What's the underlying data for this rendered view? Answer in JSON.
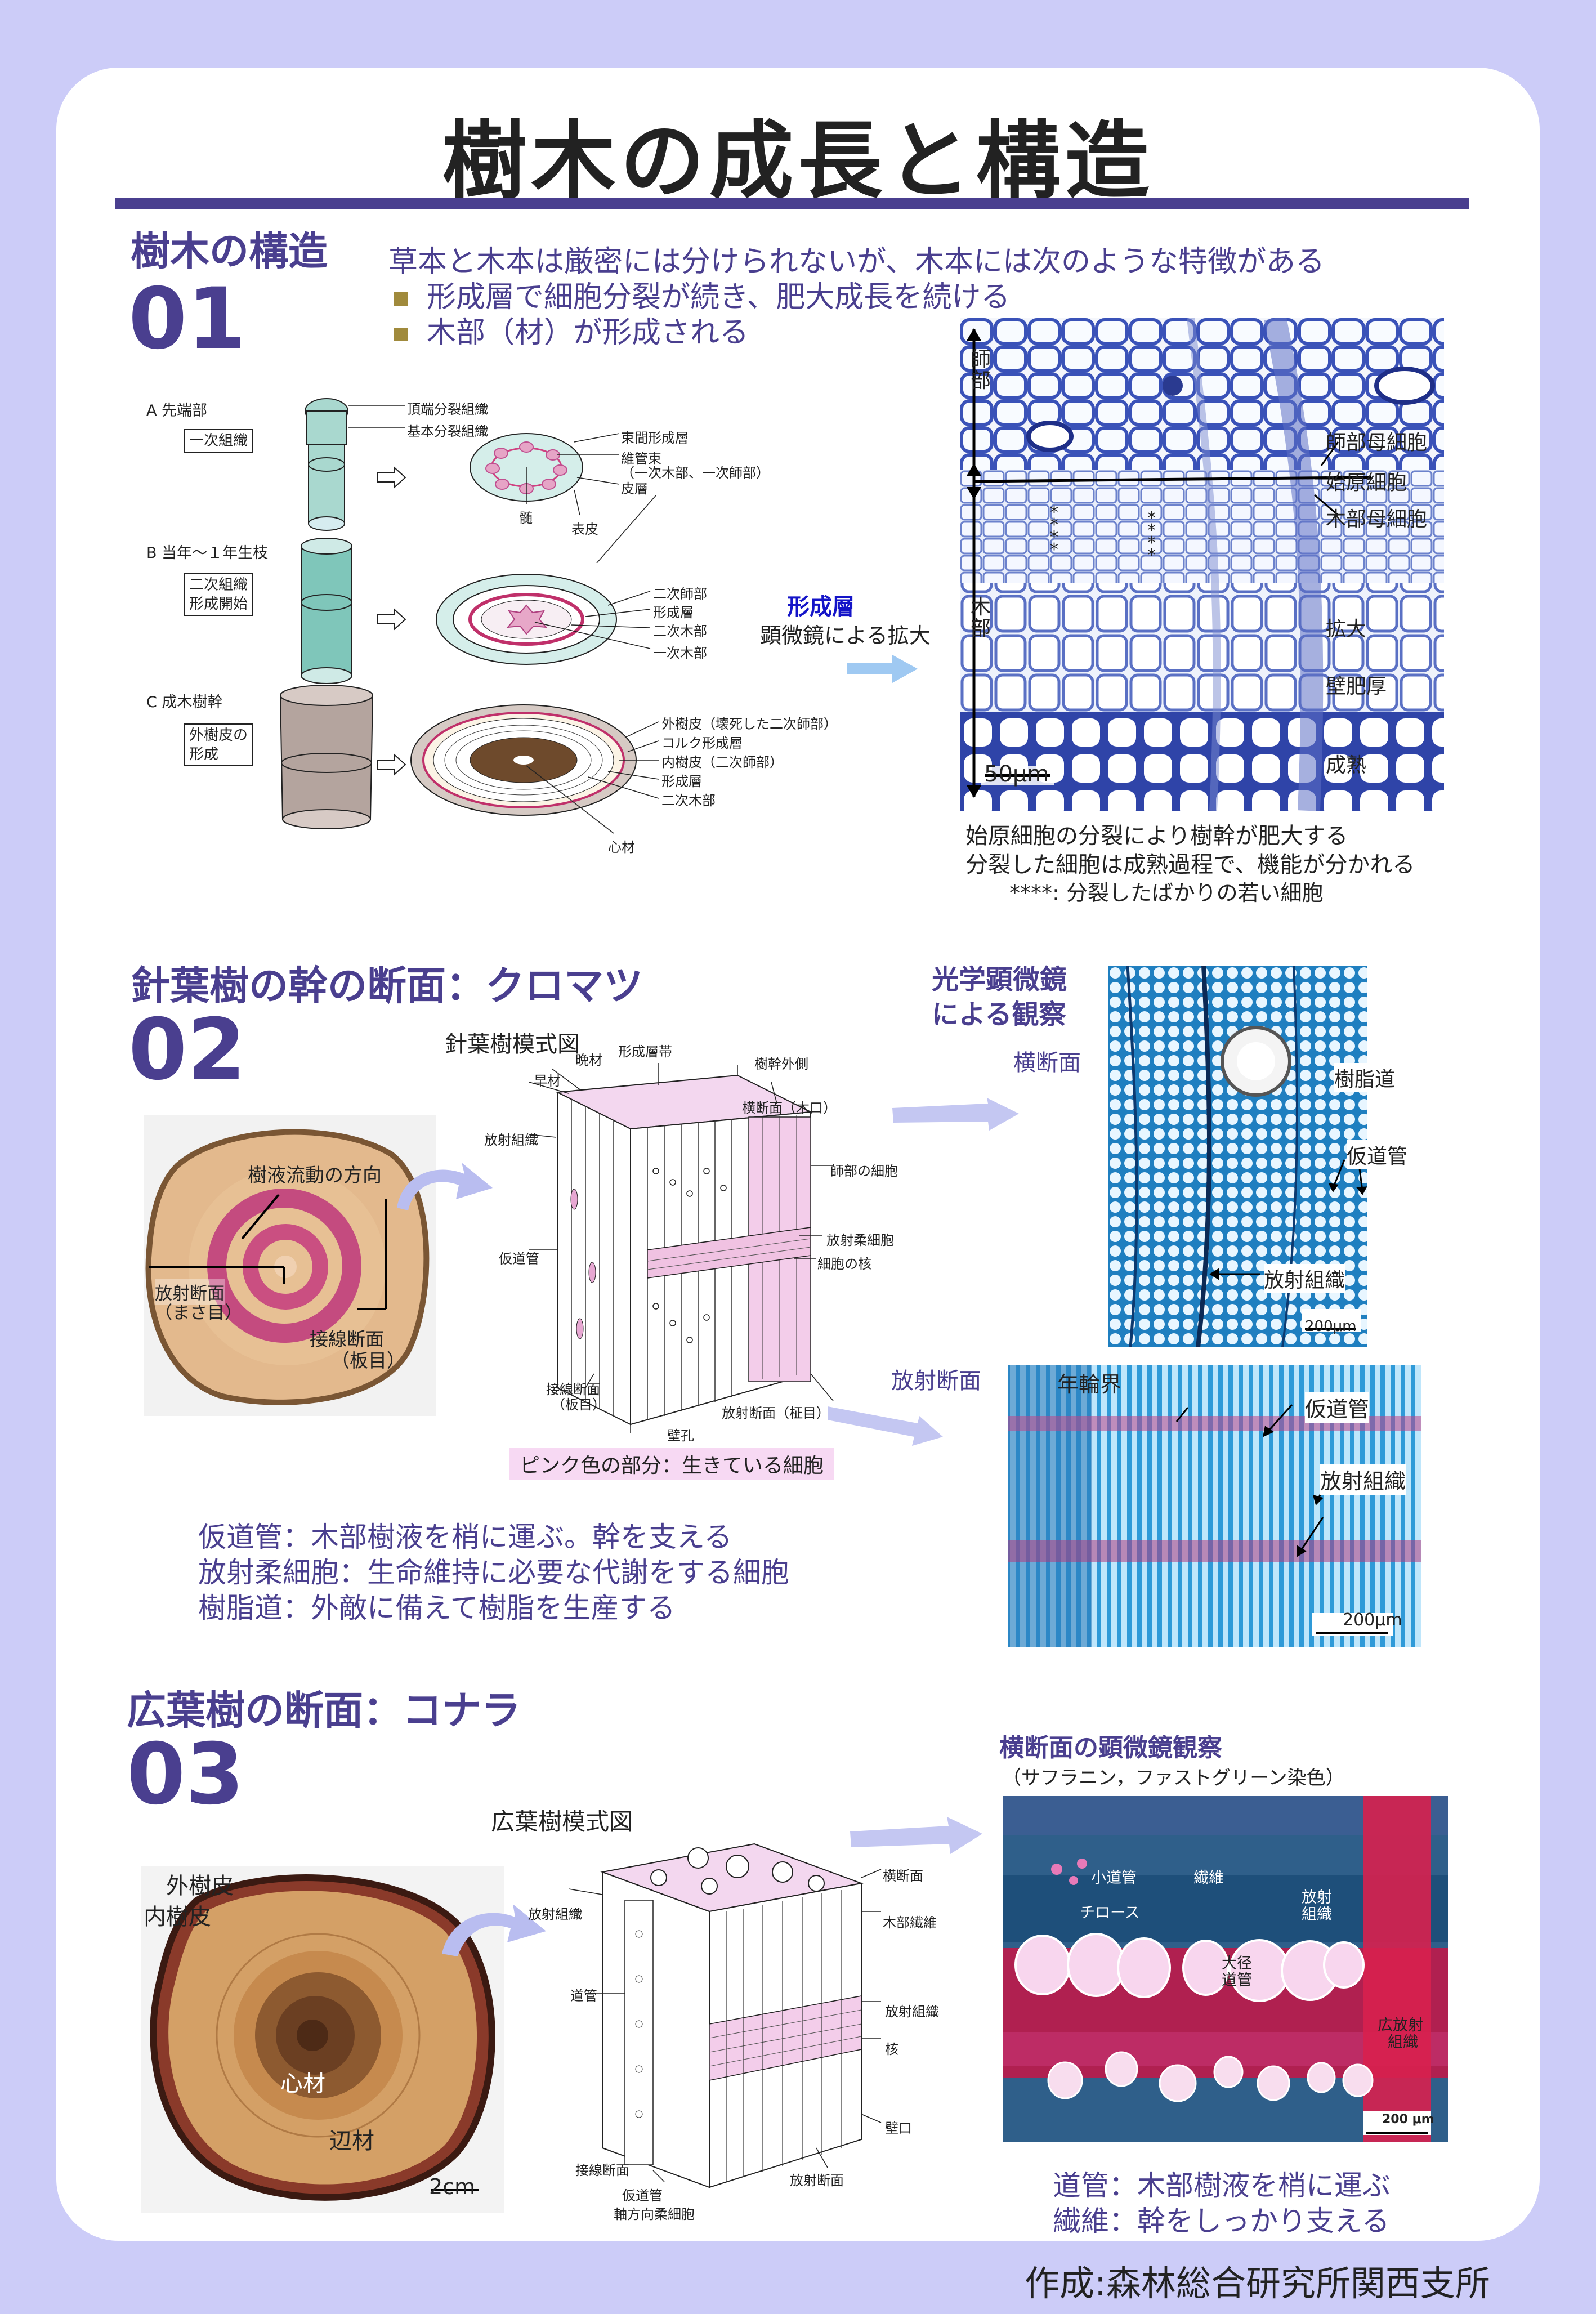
{
  "title": "樹木の成長と構造",
  "section1": {
    "heading": "樹木の構造",
    "number": "01",
    "intro": "草本と木本は厳密には分けられないが、木本には次のような特徴がある",
    "bullets": [
      "形成層で細胞分裂が続き、肥大成長を続ける",
      "木部（材）が形成される"
    ],
    "stages": [
      {
        "label": "A  先端部",
        "box": "一次組織"
      },
      {
        "label": "B  当年〜１年生枝",
        "box_line1": "二次組織",
        "box_line2": "形成開始"
      },
      {
        "label": "C  成木樹幹",
        "box_line1": "外樹皮の",
        "box_line2": "形成"
      }
    ],
    "labels_a": [
      "頂端分裂組織",
      "基本分裂組織"
    ],
    "labels_a2": [
      "束間形成層",
      "維管束",
      "（一次木部、一次師部）",
      "皮層",
      "髄",
      "表皮"
    ],
    "labels_b": [
      "二次師部",
      "形成層",
      "二次木部",
      "一次木部"
    ],
    "labels_c": [
      "外樹皮（壊死した二次師部）",
      "コルク形成層",
      "内樹皮（二次師部）",
      "形成層",
      "二次木部",
      "心材"
    ],
    "cambium_title": "形成層",
    "cambium_sub": "顕微鏡による拡大",
    "micro_side_top": "師\n部",
    "micro_side_bottom": "木\n部",
    "micro_labels": [
      "師部母細胞",
      "始原細胞",
      "木部母細胞",
      "拡大",
      "壁肥厚",
      "成熟"
    ],
    "micro_stars": "****",
    "scale": "50μm",
    "caption": [
      "始原細胞の分裂により樹幹が肥大する",
      "分裂した細胞は成熟過程で、機能が分かれる",
      "****: 分裂したばかりの若い細胞"
    ]
  },
  "section2": {
    "heading": "針葉樹の幹の断面：クロマツ",
    "number": "02",
    "photo_labels": [
      "樹液流動の方向",
      "放射断面",
      "（まさ目）",
      "接線断面",
      "（板目）"
    ],
    "diagram_title": "針葉樹模式図",
    "diagram_labels": [
      "晩材",
      "早材",
      "形成層帯",
      "樹幹外側",
      "横断面（木口）",
      "放射組織",
      "師部の細胞",
      "仮道管",
      "放射柔細胞",
      "細胞の核",
      "接線断面",
      "（板目）",
      "壁孔",
      "放射断面（柾目）"
    ],
    "pink_note": "ピンク色の部分：生きている細胞",
    "light_title1": "光学顕微鏡",
    "light_title2": "による観察",
    "cross_label": "横断面",
    "radial_label": "放射断面",
    "cross_micro_labels": [
      "樹脂道",
      "仮道管",
      "放射組織"
    ],
    "radial_micro_labels": [
      "年輪界",
      "仮道管",
      "放射組織"
    ],
    "scale": "200μm",
    "desc": [
      "仮道管：木部樹液を梢に運ぶ。幹を支える",
      "放射柔細胞：生命維持に必要な代謝をする細胞",
      "樹脂道：外敵に備えて樹脂を生産する"
    ]
  },
  "section3": {
    "heading": "広葉樹の断面：コナラ",
    "number": "03",
    "photo_labels": [
      "外樹皮",
      "内樹皮",
      "心材",
      "辺材",
      "2cm"
    ],
    "diagram_title": "広葉樹模式図",
    "diagram_labels": [
      "横断面",
      "放射組織",
      "木部繊維",
      "道管",
      "放射組織",
      "核",
      "壁口",
      "接線断面",
      "仮道管",
      "軸方向柔細胞",
      "放射断面"
    ],
    "micro_title": "横断面の顕微鏡観察",
    "micro_sub": "（サフラニン，ファストグリーン染色）",
    "micro_labels": [
      "小道管",
      "繊維",
      "チロース",
      "放射",
      "組織",
      "大径",
      "道管",
      "広放射",
      "組織"
    ],
    "scale": "200 μm",
    "desc": [
      "道管：木部樹液を梢に運ぶ",
      "繊維：幹をしっかり支える"
    ]
  },
  "footer": "作成:森林総合研究所関西支所"
}
